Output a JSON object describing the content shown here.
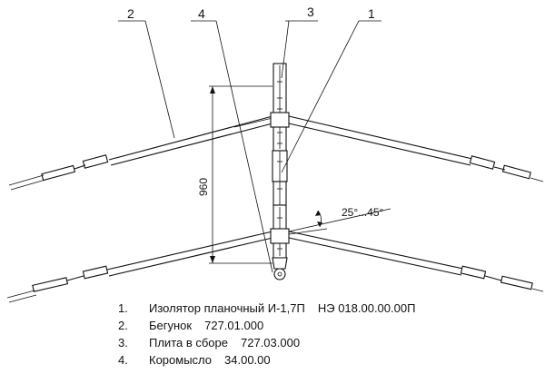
{
  "callouts": [
    {
      "num": "1"
    },
    {
      "num": "2"
    },
    {
      "num": "3"
    },
    {
      "num": "4"
    }
  ],
  "dimension": {
    "length": "960"
  },
  "angle": {
    "label": "25°...45°"
  },
  "legend": [
    {
      "num": "1.",
      "name": "Изолятор планочный И-1,7П",
      "code": "НЭ 018.00.00.00П"
    },
    {
      "num": "2.",
      "name": "Бегунок",
      "code": "727.01.000"
    },
    {
      "num": "3.",
      "name": "Плита в сборе",
      "code": "727.03.000"
    },
    {
      "num": "4.",
      "name": "Коромысло",
      "code": "34.00.00"
    }
  ]
}
